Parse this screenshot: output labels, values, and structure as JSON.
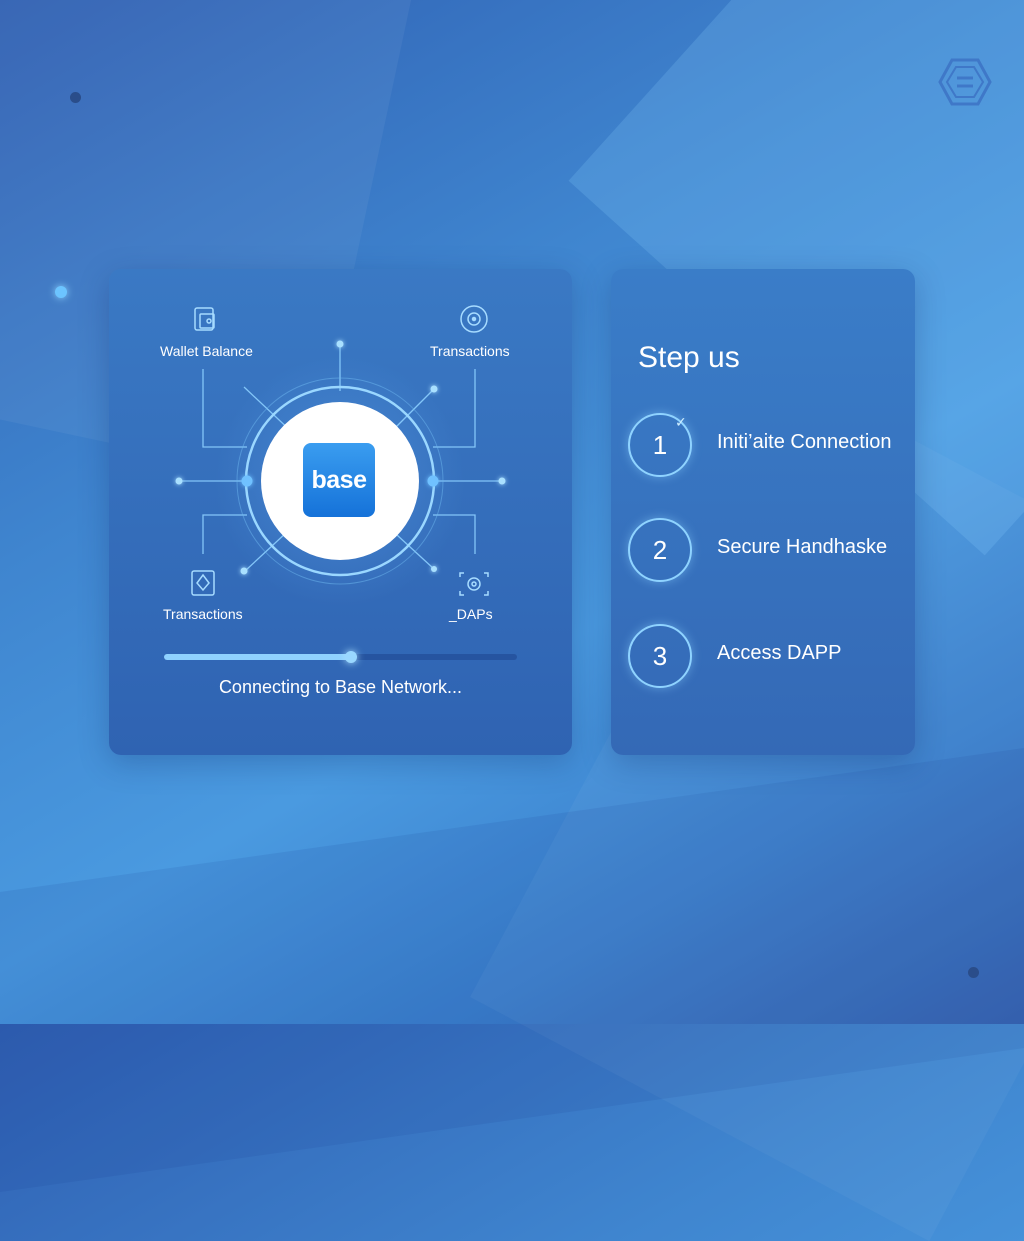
{
  "hub": {
    "labels": {
      "wallet_balance": "Wallet Balance",
      "transactions_top": "Transactions",
      "transactions_bottom": "Transactions",
      "daps": "_DAPs"
    },
    "logo_text": "base"
  },
  "progress": {
    "value_percent": 53,
    "status_text": "Connecting to Base Network..."
  },
  "steps_panel": {
    "title": "Step us",
    "steps": [
      {
        "number": "1",
        "label": "Initi’aite Connection",
        "icon": "check-icon"
      },
      {
        "number": "2",
        "label": "Secure Handhaske"
      },
      {
        "number": "3",
        "label": "Access DAPP"
      }
    ]
  },
  "icons": {
    "corner": "hexagon-logo-icon",
    "wallet": "wallet-document-icon",
    "transactions_top": "target-circle-icon",
    "transactions_bottom": "document-icon",
    "daps": "gear-frame-icon"
  },
  "colors": {
    "accent": "#8fd3ff",
    "logo_blue": "#1572d9",
    "panel": "#3469b6"
  }
}
